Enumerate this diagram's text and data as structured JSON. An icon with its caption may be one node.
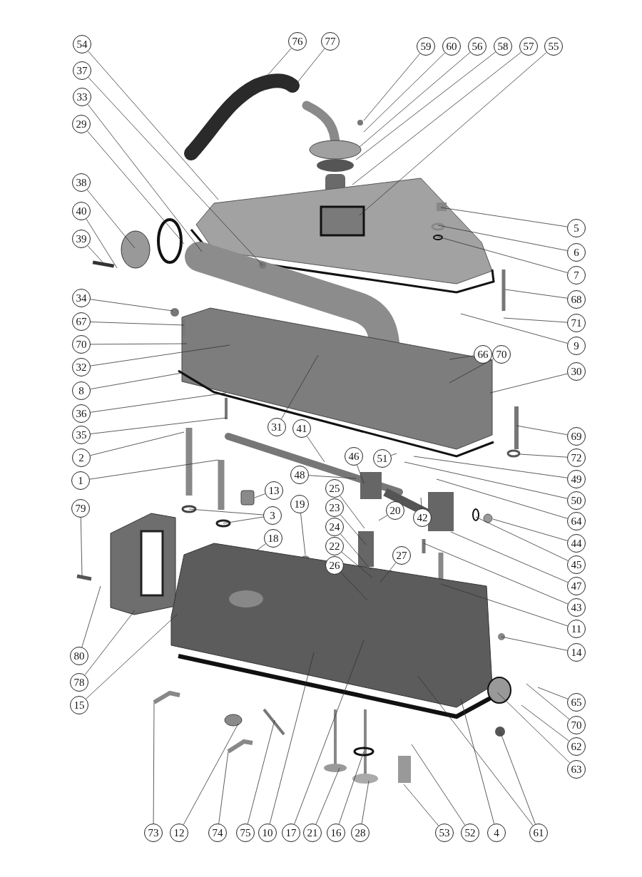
{
  "diagram": {
    "nodes": [
      {
        "text": [
          "54"
        ]
      },
      {
        "text": [
          "76"
        ]
      },
      {
        "text": [
          "77"
        ]
      },
      {
        "text": [
          "59"
        ]
      },
      {
        "text": [
          "60"
        ]
      },
      {
        "text": [
          "56"
        ]
      },
      {
        "text": [
          "58"
        ]
      },
      {
        "text": [
          "57"
        ]
      },
      {
        "text": [
          "55"
        ]
      },
      {
        "text": [
          "37"
        ]
      },
      {
        "text": [
          "33"
        ]
      },
      {
        "text": [
          "29"
        ]
      },
      {
        "text": [
          "38"
        ]
      },
      {
        "text": [
          "40"
        ]
      },
      {
        "text": [
          "39"
        ]
      },
      {
        "text": [
          "5"
        ]
      },
      {
        "text": [
          "6"
        ]
      },
      {
        "text": [
          "7"
        ]
      },
      {
        "text": [
          "34"
        ]
      },
      {
        "text": [
          "68"
        ]
      },
      {
        "text": [
          "67"
        ]
      },
      {
        "text": [
          "71"
        ]
      },
      {
        "text": [
          "70"
        ]
      },
      {
        "text": [
          "9"
        ]
      },
      {
        "text": [
          "66"
        ]
      },
      {
        "text": [
          "70"
        ]
      },
      {
        "text": [
          "32"
        ]
      },
      {
        "text": [
          "30"
        ]
      },
      {
        "text": [
          "8"
        ]
      },
      {
        "text": [
          "36"
        ]
      },
      {
        "text": [
          "35"
        ]
      },
      {
        "text": [
          "31"
        ]
      },
      {
        "text": [
          "41"
        ]
      },
      {
        "text": [
          "69"
        ]
      },
      {
        "text": [
          "2"
        ]
      },
      {
        "text": [
          "46"
        ]
      },
      {
        "text": [
          "51"
        ]
      },
      {
        "text": [
          "72"
        ]
      },
      {
        "text": [
          "48"
        ]
      },
      {
        "text": [
          "49"
        ]
      },
      {
        "text": [
          "1"
        ]
      },
      {
        "text": [
          "25"
        ]
      },
      {
        "text": [
          "13"
        ]
      },
      {
        "text": [
          "50"
        ]
      },
      {
        "text": [
          "19"
        ]
      },
      {
        "text": [
          "23"
        ]
      },
      {
        "text": [
          "20"
        ]
      },
      {
        "text": [
          "79"
        ]
      },
      {
        "text": [
          "3"
        ]
      },
      {
        "text": [
          "42"
        ]
      },
      {
        "text": [
          "64"
        ]
      },
      {
        "text": [
          "24"
        ]
      },
      {
        "text": [
          "18"
        ]
      },
      {
        "text": [
          "44"
        ]
      },
      {
        "text": [
          "22"
        ]
      },
      {
        "text": [
          "27"
        ]
      },
      {
        "text": [
          "45"
        ]
      },
      {
        "text": [
          "26"
        ]
      },
      {
        "text": [
          "47"
        ]
      },
      {
        "text": [
          "43"
        ]
      },
      {
        "text": [
          "11"
        ]
      },
      {
        "text": [
          "14"
        ]
      },
      {
        "text": [
          "80"
        ]
      },
      {
        "text": [
          "78"
        ]
      },
      {
        "text": [
          "65"
        ]
      },
      {
        "text": [
          "15"
        ]
      },
      {
        "text": [
          "70"
        ]
      },
      {
        "text": [
          "62"
        ]
      },
      {
        "text": [
          "63"
        ]
      },
      {
        "text": [
          "73"
        ]
      },
      {
        "text": [
          "12"
        ]
      },
      {
        "text": [
          "74"
        ]
      },
      {
        "text": [
          "75"
        ]
      },
      {
        "text": [
          "10"
        ]
      },
      {
        "text": [
          "17"
        ]
      },
      {
        "text": [
          "21"
        ]
      },
      {
        "text": [
          "16"
        ]
      },
      {
        "text": [
          "28"
        ]
      },
      {
        "text": [
          "53"
        ]
      },
      {
        "text": [
          "52"
        ]
      },
      {
        "text": [
          "4"
        ]
      },
      {
        "text": [
          "61"
        ]
      }
    ],
    "edges": [
      {
        "from": 0,
        "to": null,
        "arrow": "none"
      },
      {
        "from": 1,
        "to": null,
        "arrow": "none"
      },
      {
        "from": 2,
        "to": null,
        "arrow": "none"
      },
      {
        "from": 3,
        "to": null,
        "arrow": "none"
      },
      {
        "from": 4,
        "to": null,
        "arrow": "none"
      },
      {
        "from": 5,
        "to": null,
        "arrow": "none"
      },
      {
        "from": 6,
        "to": null,
        "arrow": "none"
      },
      {
        "from": 7,
        "to": null,
        "arrow": "none"
      },
      {
        "from": 8,
        "to": null,
        "arrow": "none"
      },
      {
        "from": 9,
        "to": null,
        "arrow": "none"
      },
      {
        "from": 10,
        "to": null,
        "arrow": "none"
      },
      {
        "from": 11,
        "to": null,
        "arrow": "none"
      },
      {
        "from": 12,
        "to": null,
        "arrow": "none"
      },
      {
        "from": 13,
        "to": null,
        "arrow": "none"
      },
      {
        "from": 14,
        "to": null,
        "arrow": "none"
      },
      {
        "from": 15,
        "to": null,
        "arrow": "none"
      },
      {
        "from": 16,
        "to": null,
        "arrow": "none"
      },
      {
        "from": 17,
        "to": null,
        "arrow": "none"
      },
      {
        "from": 18,
        "to": null,
        "arrow": "none"
      },
      {
        "from": 19,
        "to": null,
        "arrow": "none"
      },
      {
        "from": 20,
        "to": null,
        "arrow": "none"
      },
      {
        "from": 21,
        "to": null,
        "arrow": "none"
      },
      {
        "from": 22,
        "to": null,
        "arrow": "none"
      },
      {
        "from": 23,
        "to": null,
        "arrow": "none"
      },
      {
        "from": 24,
        "to": null,
        "arrow": "none"
      },
      {
        "from": 25,
        "to": null,
        "arrow": "none"
      },
      {
        "from": 26,
        "to": null,
        "arrow": "none"
      },
      {
        "from": 27,
        "to": null,
        "arrow": "none"
      },
      {
        "from": 28,
        "to": null,
        "arrow": "none"
      },
      {
        "from": 29,
        "to": null,
        "arrow": "none"
      },
      {
        "from": 30,
        "to": null,
        "arrow": "none"
      },
      {
        "from": 31,
        "to": null,
        "arrow": "none"
      },
      {
        "from": 32,
        "to": null,
        "arrow": "none"
      },
      {
        "from": 33,
        "to": null,
        "arrow": "none"
      },
      {
        "from": 34,
        "to": null,
        "arrow": "none"
      },
      {
        "from": 35,
        "to": null,
        "arrow": "none"
      },
      {
        "from": 36,
        "to": null,
        "arrow": "none"
      },
      {
        "from": 37,
        "to": null,
        "arrow": "none"
      },
      {
        "from": 38,
        "to": null,
        "arrow": "none"
      },
      {
        "from": 39,
        "to": null,
        "arrow": "none"
      },
      {
        "from": 40,
        "to": null,
        "arrow": "none"
      },
      {
        "from": 41,
        "to": null,
        "arrow": "none"
      },
      {
        "from": 42,
        "to": null,
        "arrow": "none"
      },
      {
        "from": 43,
        "to": null,
        "arrow": "none"
      },
      {
        "from": 44,
        "to": null,
        "arrow": "none"
      },
      {
        "from": 45,
        "to": null,
        "arrow": "none"
      },
      {
        "from": 46,
        "to": null,
        "arrow": "none"
      },
      {
        "from": 47,
        "to": null,
        "arrow": "none"
      },
      {
        "from": 48,
        "to": null,
        "arrow": "none"
      },
      {
        "from": 49,
        "to": null,
        "arrow": "none"
      },
      {
        "from": 50,
        "to": null,
        "arrow": "none"
      },
      {
        "from": 51,
        "to": null,
        "arrow": "none"
      },
      {
        "from": 52,
        "to": null,
        "arrow": "none"
      },
      {
        "from": 53,
        "to": null,
        "arrow": "none"
      },
      {
        "from": 54,
        "to": null,
        "arrow": "none"
      },
      {
        "from": 55,
        "to": null,
        "arrow": "none"
      },
      {
        "from": 56,
        "to": null,
        "arrow": "none"
      },
      {
        "from": 57,
        "to": null,
        "arrow": "none"
      },
      {
        "from": 58,
        "to": null,
        "arrow": "none"
      },
      {
        "from": 59,
        "to": null,
        "arrow": "none"
      },
      {
        "from": 60,
        "to": null,
        "arrow": "none"
      },
      {
        "from": 61,
        "to": null,
        "arrow": "none"
      },
      {
        "from": 62,
        "to": null,
        "arrow": "none"
      },
      {
        "from": 63,
        "to": null,
        "arrow": "none"
      },
      {
        "from": 64,
        "to": null,
        "arrow": "none"
      },
      {
        "from": 65,
        "to": null,
        "arrow": "none"
      },
      {
        "from": 66,
        "to": null,
        "arrow": "none"
      },
      {
        "from": 67,
        "to": null,
        "arrow": "none"
      },
      {
        "from": 68,
        "to": null,
        "arrow": "none"
      },
      {
        "from": 69,
        "to": null,
        "arrow": "none"
      },
      {
        "from": 70,
        "to": null,
        "arrow": "none"
      },
      {
        "from": 71,
        "to": null,
        "arrow": "none"
      },
      {
        "from": 72,
        "to": null,
        "arrow": "none"
      },
      {
        "from": 73,
        "to": null,
        "arrow": "none"
      },
      {
        "from": 74,
        "to": null,
        "arrow": "none"
      },
      {
        "from": 75,
        "to": null,
        "arrow": "none"
      },
      {
        "from": 76,
        "to": null,
        "arrow": "none"
      },
      {
        "from": 77,
        "to": null,
        "arrow": "none"
      },
      {
        "from": 78,
        "to": null,
        "arrow": "none"
      },
      {
        "from": 79,
        "to": null,
        "arrow": "none"
      },
      {
        "from": 80,
        "to": null,
        "arrow": "none"
      },
      {
        "from": 81,
        "to": null,
        "arrow": "none"
      },
      {
        "from": 48,
        "to": null,
        "arrow": "none"
      },
      {
        "from": 81,
        "to": null,
        "arrow": "none"
      }
    ]
  }
}
